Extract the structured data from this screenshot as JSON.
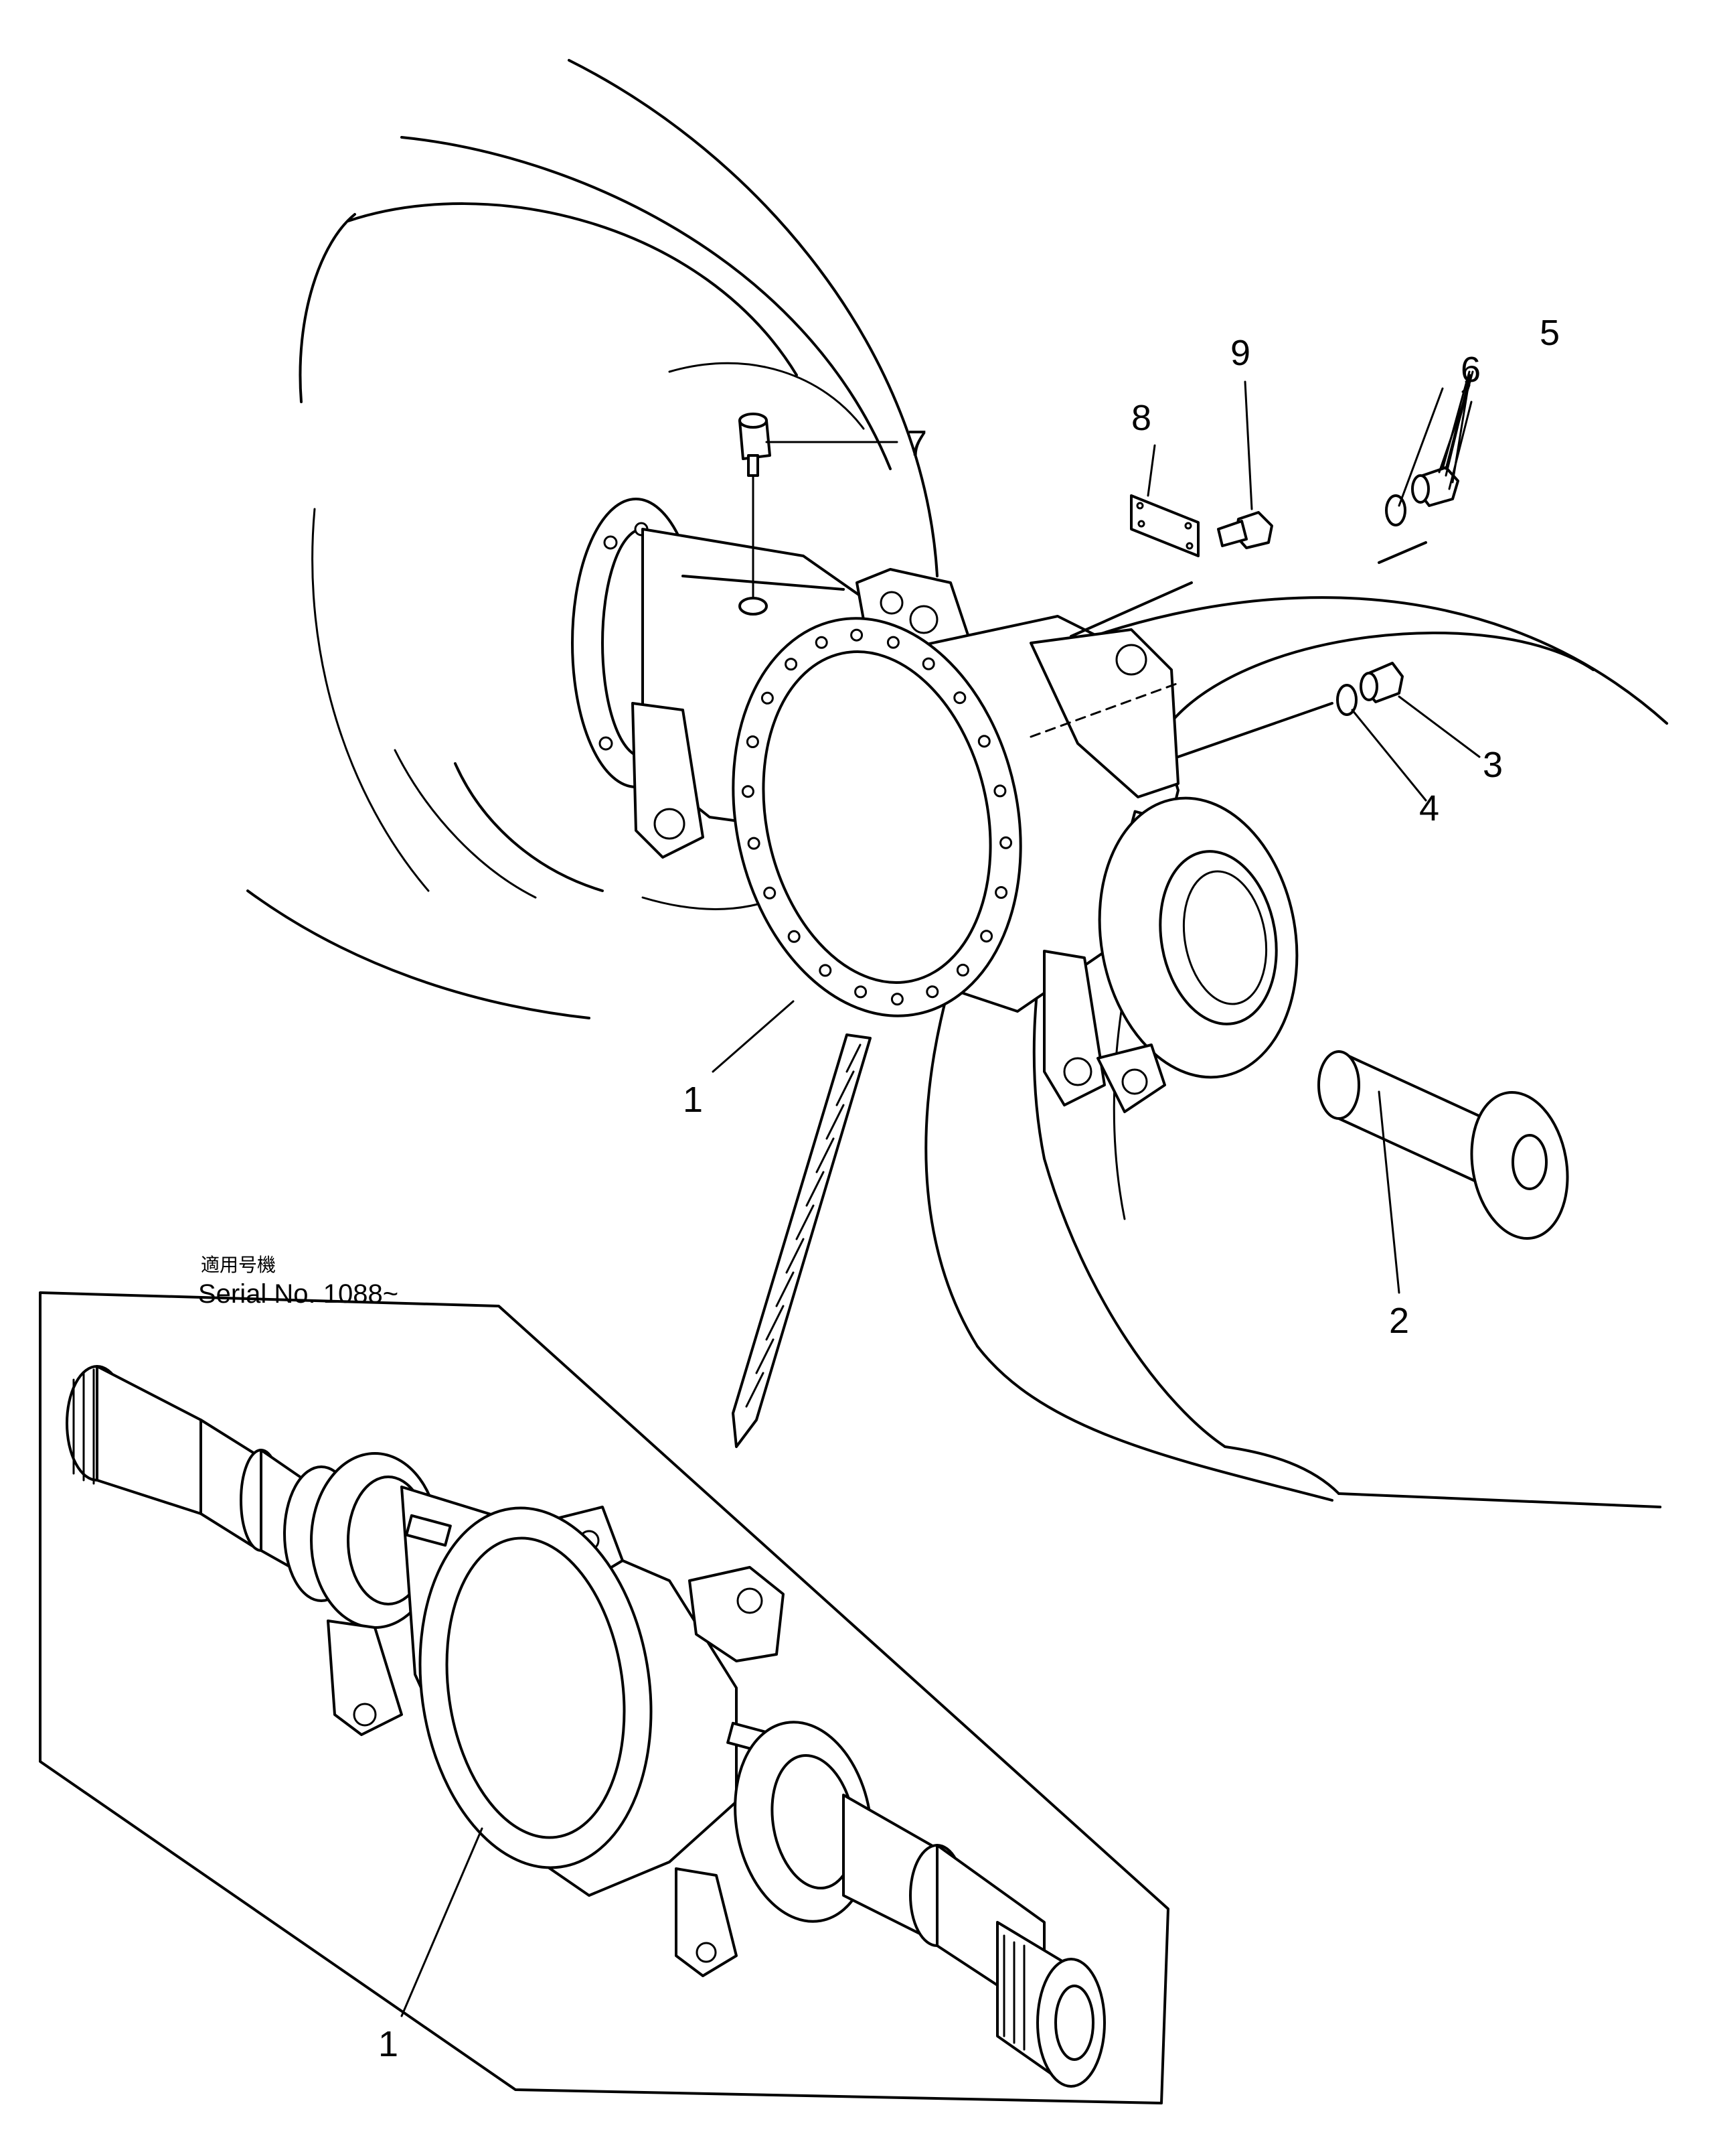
{
  "callouts": {
    "c1_upper": "1",
    "c1_lower": "1",
    "c2": "2",
    "c3": "3",
    "c4": "4",
    "c5": "5",
    "c6": "6",
    "c7": "7",
    "c8": "8",
    "c9": "9"
  },
  "inset": {
    "jp_heading": "適用号機",
    "serial": "Serial No. 1088~"
  }
}
